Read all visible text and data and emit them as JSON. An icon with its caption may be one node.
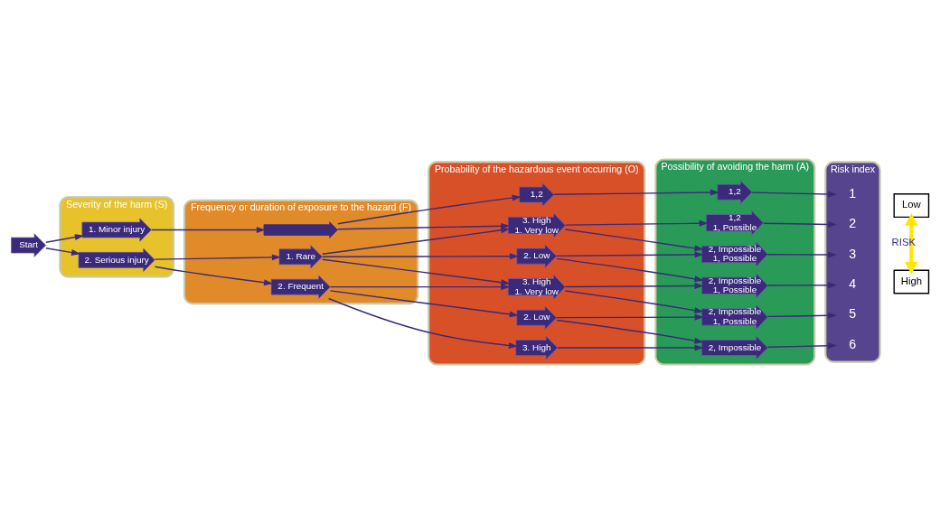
{
  "diagram": {
    "nodes": [
      {
        "text": [
          "Severity of the harm (S)"
        ]
      },
      {
        "text": [
          "Frequency or duration of exposure to the hazard (F)"
        ]
      },
      {
        "text": [
          "Probability of the hazardous event occurring (O)"
        ]
      },
      {
        "text": [
          "Possibility of avoiding the harm (A)"
        ]
      },
      {
        "text": [
          "Risk index"
        ]
      },
      {
        "text": [
          "Start"
        ]
      },
      {
        "text": [
          "1. Minor injury"
        ],
        "in": 0
      },
      {
        "text": [
          "2. Serious injury"
        ],
        "in": 0
      },
      {
        "text": [],
        "shape": "arrow",
        "in": 1
      },
      {
        "text": [
          "1. Rare"
        ],
        "in": 1
      },
      {
        "text": [
          "2. Frequent"
        ],
        "in": 1
      },
      {
        "text": [
          "1,2"
        ],
        "in": 2
      },
      {
        "text": [
          "3. High",
          "1. Very low"
        ],
        "in": 2
      },
      {
        "text": [
          "2. Low"
        ],
        "in": 2
      },
      {
        "text": [
          "3. High",
          "1. Very low"
        ],
        "in": 2
      },
      {
        "text": [
          "2. Low"
        ],
        "in": 2
      },
      {
        "text": [
          "3. High"
        ],
        "in": 2
      },
      {
        "text": [
          "1,2"
        ],
        "in": 3
      },
      {
        "text": [
          "1,2",
          "1, Possible"
        ],
        "in": 3
      },
      {
        "text": [
          "2, Impossible",
          "1, Possible"
        ],
        "in": 3
      },
      {
        "text": [
          "2, Impossible",
          "1, Possible"
        ],
        "in": 3
      },
      {
        "text": [
          "2, Impossible",
          "1, Possible"
        ],
        "in": 3
      },
      {
        "text": [
          "2, Impossible"
        ],
        "in": 3
      },
      {
        "text": [
          "1"
        ],
        "in": 4
      },
      {
        "text": [
          "2"
        ],
        "in": 4
      },
      {
        "text": [
          "3"
        ],
        "in": 4
      },
      {
        "text": [
          "4"
        ],
        "in": 4
      },
      {
        "text": [
          "5"
        ],
        "in": 4
      },
      {
        "text": [
          "6"
        ],
        "in": 4
      },
      {
        "text": [
          "Low"
        ]
      },
      {
        "text": [
          "High"
        ]
      }
    ],
    "edges": [
      {
        "from": 5,
        "to": 6,
        "arrow": "to"
      },
      {
        "from": 5,
        "to": 7,
        "arrow": "to"
      },
      {
        "from": 6,
        "to": 8,
        "arrow": "to"
      },
      {
        "from": 7,
        "to": 9,
        "arrow": "to"
      },
      {
        "from": 7,
        "to": 10,
        "arrow": "to"
      },
      {
        "from": 8,
        "to": 11,
        "arrow": "to"
      },
      {
        "from": 8,
        "to": 12,
        "arrow": "to"
      },
      {
        "from": 9,
        "to": 12,
        "arrow": "to"
      },
      {
        "from": 9,
        "to": 13,
        "arrow": "to"
      },
      {
        "from": 9,
        "to": 14,
        "arrow": "to"
      },
      {
        "from": 10,
        "to": 14,
        "arrow": "to"
      },
      {
        "from": 10,
        "to": 15,
        "arrow": "to"
      },
      {
        "from": 10,
        "to": 16,
        "arrow": "to"
      },
      {
        "from": 11,
        "to": 17,
        "arrow": "to"
      },
      {
        "from": 12,
        "to": 18,
        "arrow": "to"
      },
      {
        "from": 12,
        "to": 19,
        "arrow": "to"
      },
      {
        "from": 13,
        "to": 19,
        "arrow": "to"
      },
      {
        "from": 13,
        "to": 20,
        "arrow": "to"
      },
      {
        "from": 14,
        "to": 20,
        "arrow": "to"
      },
      {
        "from": 14,
        "to": 21,
        "arrow": "to"
      },
      {
        "from": 15,
        "to": 21,
        "arrow": "to"
      },
      {
        "from": 15,
        "to": 22,
        "arrow": "to"
      },
      {
        "from": 16,
        "to": 22,
        "arrow": "to"
      },
      {
        "from": 17,
        "to": 23,
        "arrow": "to"
      },
      {
        "from": 18,
        "to": 24,
        "arrow": "to"
      },
      {
        "from": 19,
        "to": 25,
        "arrow": "to"
      },
      {
        "from": 20,
        "to": 26,
        "arrow": "to"
      },
      {
        "from": 21,
        "to": 27,
        "arrow": "to"
      },
      {
        "from": 22,
        "to": 28,
        "arrow": "to"
      },
      {
        "from": 29,
        "to": 30,
        "arrow": "both",
        "label": "RISK",
        "style": "thick",
        "color": "#ffe600"
      }
    ]
  }
}
